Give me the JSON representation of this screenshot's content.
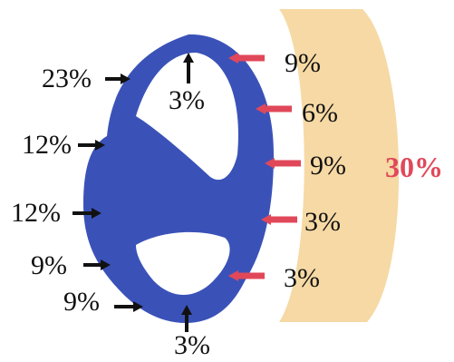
{
  "diagram": {
    "colors": {
      "shape": "#3a52b8",
      "panel": "#f6d9a4",
      "inner_arrow": "#e0485a",
      "outer_arrow": "#111111",
      "total_text": "#e0485a"
    },
    "left_labels": [
      "23%",
      "12%",
      "12%",
      "9%",
      "9%"
    ],
    "inner_labels": [
      "3%",
      "3%"
    ],
    "right_labels": [
      "9%",
      "6%",
      "9%",
      "3%",
      "3%"
    ],
    "total": "30%"
  }
}
